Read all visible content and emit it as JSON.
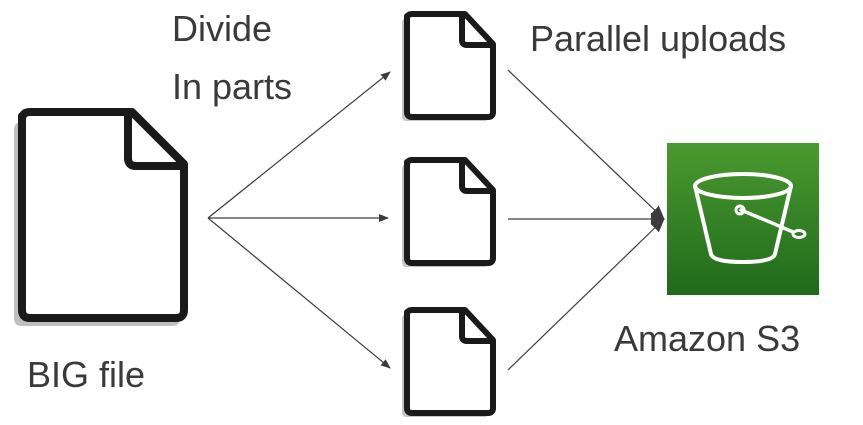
{
  "labels": {
    "divide_line1": "Divide",
    "divide_line2": "In parts",
    "parallel": "Parallel uploads",
    "big_file": "BIG file",
    "s3": "Amazon S3"
  },
  "nodes": {
    "big_file": {
      "icon": "document-icon"
    },
    "parts": [
      {
        "icon": "document-icon"
      },
      {
        "icon": "document-icon"
      },
      {
        "icon": "document-icon"
      }
    ],
    "s3": {
      "icon": "s3-bucket-icon"
    }
  },
  "colors": {
    "text": "#3a3a3a",
    "arrow": "#3c3c3c",
    "s3_top": "#4a9a2f",
    "s3_bottom": "#1f6a1c"
  }
}
